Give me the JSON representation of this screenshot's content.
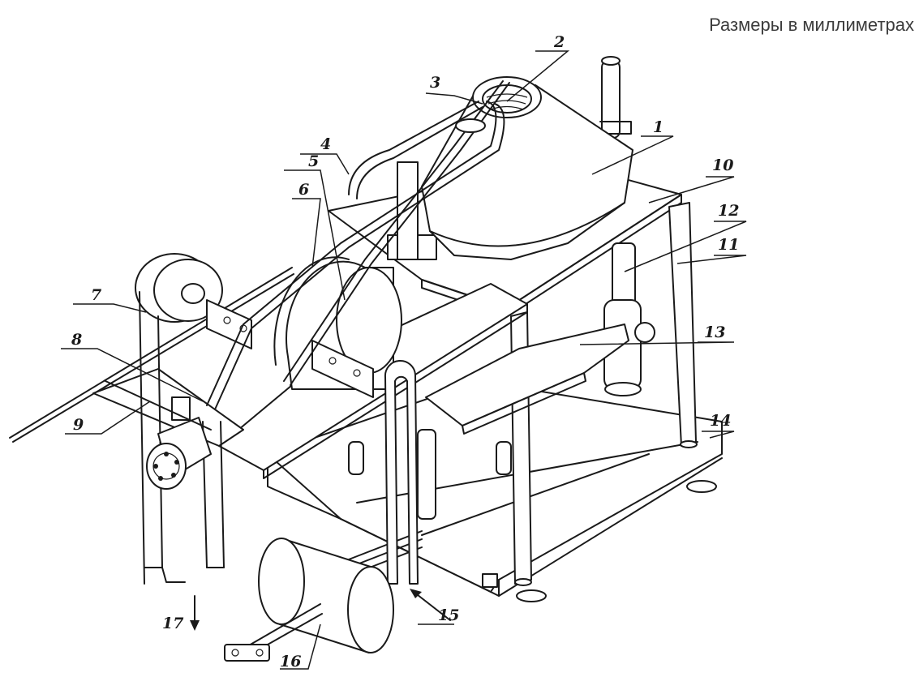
{
  "caption": "Размеры в миллиметрах",
  "callouts": [
    "1",
    "2",
    "3",
    "4",
    "5",
    "6",
    "7",
    "8",
    "9",
    "10",
    "11",
    "12",
    "13",
    "14",
    "15",
    "16",
    "17"
  ]
}
